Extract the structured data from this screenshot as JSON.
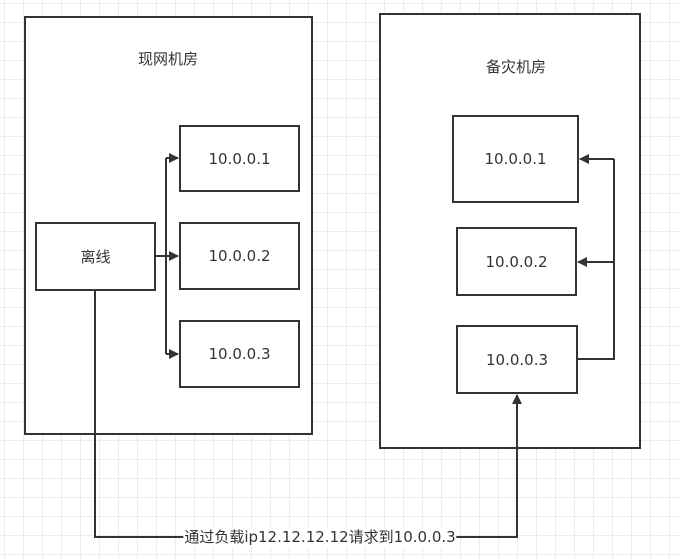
{
  "diagram": {
    "colors": {
      "stroke": "#333333",
      "grid": "#ececec",
      "fill": "#ffffff"
    },
    "live_dc": {
      "title": "现网机房",
      "source": {
        "label": "离线"
      },
      "servers": [
        {
          "label": "10.0.0.1"
        },
        {
          "label": "10.0.0.2"
        },
        {
          "label": "10.0.0.3"
        }
      ]
    },
    "dr_dc": {
      "title": "备灾机房",
      "servers": [
        {
          "label": "10.0.0.1"
        },
        {
          "label": "10.0.0.2"
        },
        {
          "label": "10.0.0.3"
        }
      ]
    },
    "cross_dc_edge": {
      "label": "通过负载ip12.12.12.12请求到10.0.0.3"
    }
  }
}
